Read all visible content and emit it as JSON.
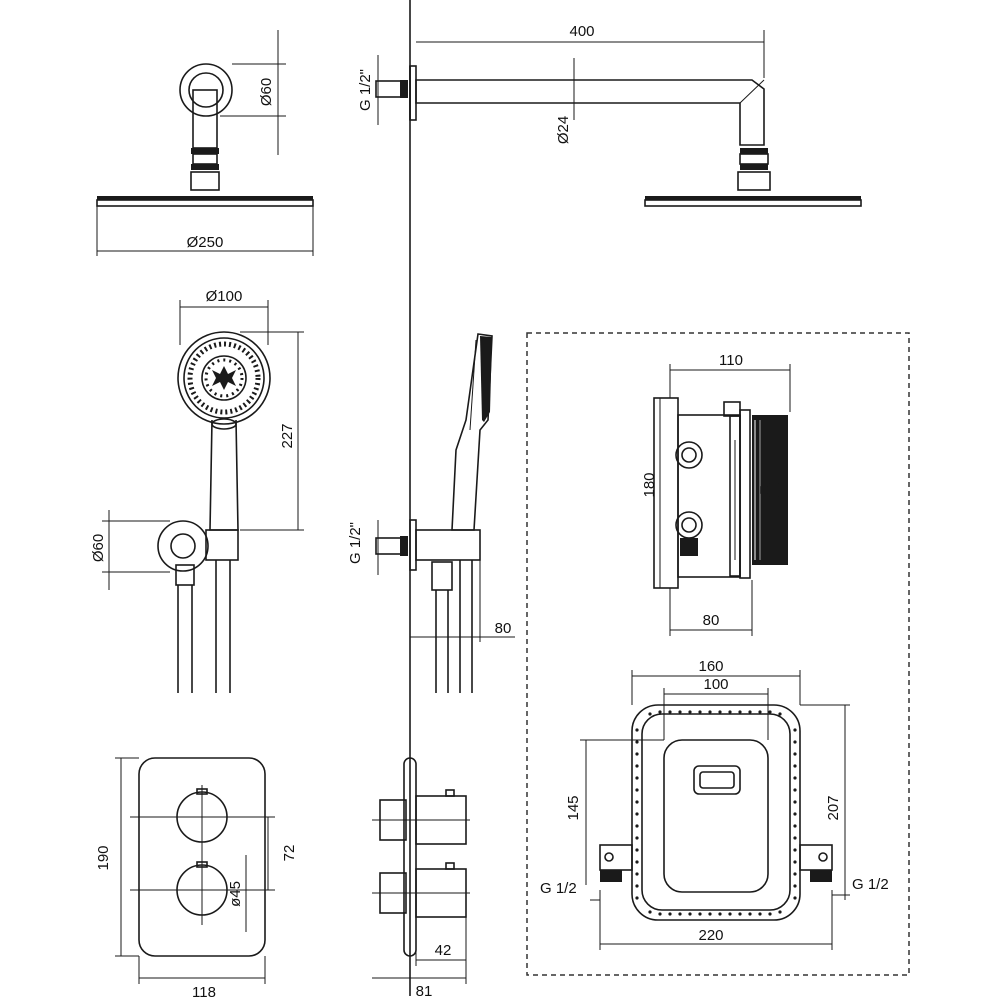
{
  "labels": {
    "d60_top": "Ø60",
    "d250": "Ø250",
    "len400": "400",
    "g12_top": "G 1/2\"",
    "d24": "Ø24",
    "d100_hand": "Ø100",
    "h227": "227",
    "d60_mid": "Ø60",
    "g12_mid": "G 1/2\"",
    "w80_mid": "80",
    "box110": "110",
    "box180": "180",
    "box80": "80",
    "w160": "160",
    "w100": "100",
    "h145": "145",
    "h207": "207",
    "g12_left": "G 1/2",
    "g12_right": "G 1/2",
    "w220": "220",
    "h190": "190",
    "h72": "72",
    "d45": "ø45",
    "w118": "118",
    "w42": "42",
    "w81": "81"
  }
}
